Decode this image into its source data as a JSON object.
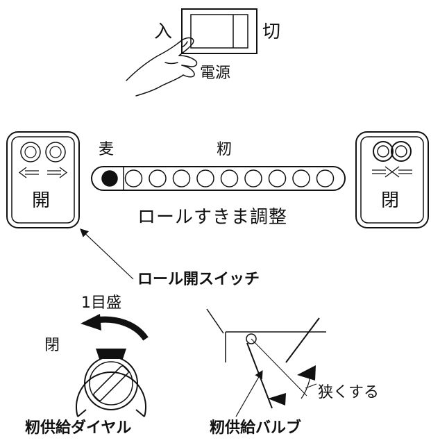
{
  "power": {
    "on_label": "入",
    "off_label": "切",
    "switch_label": "電源"
  },
  "roll_adjust": {
    "left_end_label": "麦",
    "right_end_label": "籾",
    "caption": "ロールすきま調整",
    "indicator_count": 10,
    "active_index": 0
  },
  "open_button": {
    "label": "開"
  },
  "close_button": {
    "label": "閉"
  },
  "callouts": {
    "roll_open_switch": "ロール開スイッチ",
    "one_graduation": "1目盛",
    "dial_close": "閉",
    "narrow": "狭くする",
    "feed_dial": "籾供給ダイヤル",
    "feed_valve": "籾供給バルブ"
  }
}
